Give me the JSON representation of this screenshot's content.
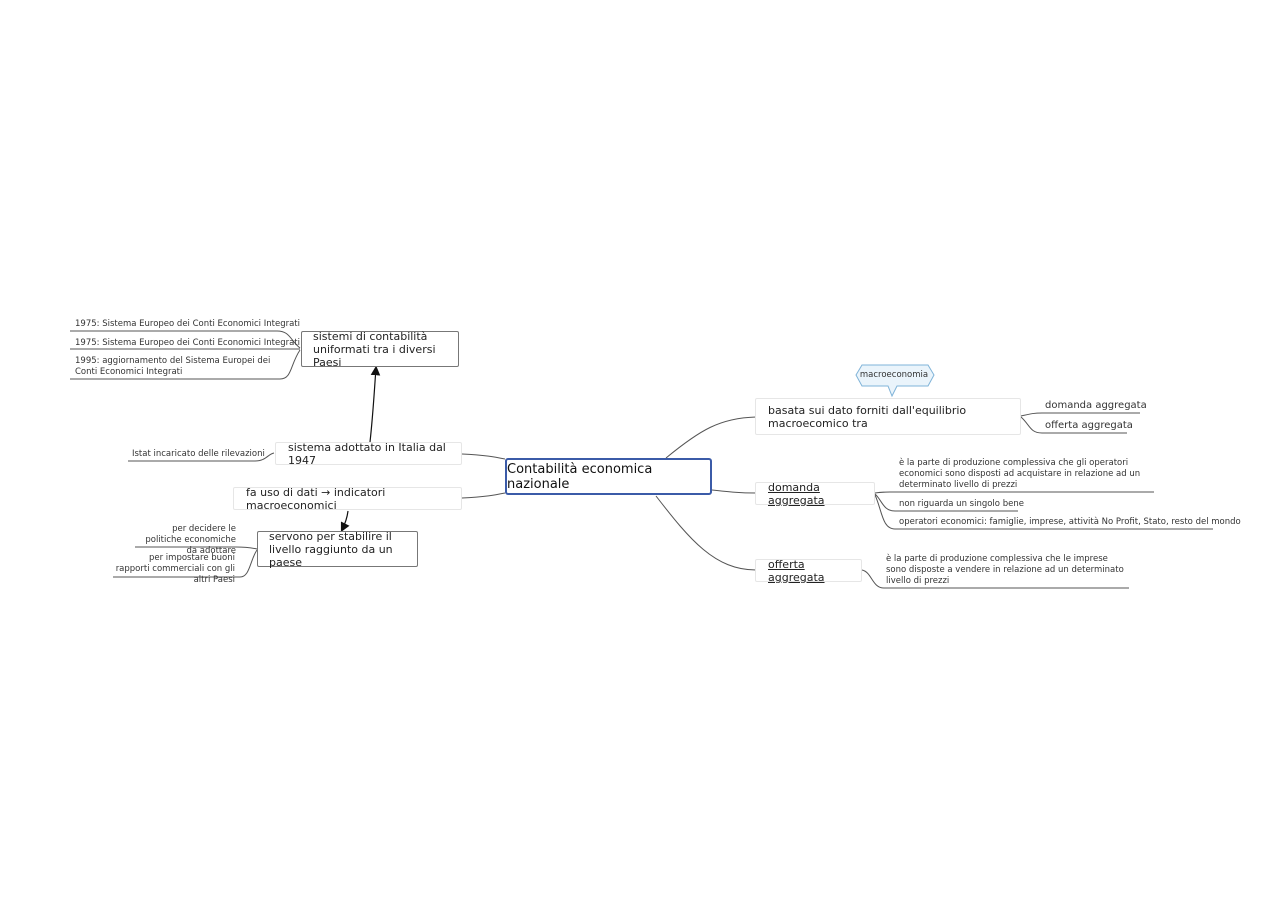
{
  "central": {
    "title": "Contabilità economica nazionale"
  },
  "left": {
    "sistemi": {
      "label": "sistemi di contabilità uniformati tra i diversi Paesi",
      "details": [
        "1975: Sistema Europeo dei Conti Economici Integrati",
        "1975: Sistema Europeo dei Conti Economici Integrati",
        "1995: aggiornamento del Sistema Europei dei Conti Economici Integrati"
      ]
    },
    "sistema_italia": {
      "label": "sistema adottato in Italia dal 1947",
      "details": [
        "Istat incaricato delle rilevazioni"
      ]
    },
    "fa_uso": {
      "label": "fa uso di dati → indicatori macroeconomici"
    },
    "servono": {
      "label": "servono per stabilire il livello raggiunto da un paese",
      "details": [
        "per decidere le politiche economiche da adottare",
        "per impostare buoni rapporti commerciali con gli altri Paesi"
      ]
    }
  },
  "right": {
    "callout": "macroeconomia",
    "basata": {
      "label": "basata sui dato forniti dall'equilibrio macroecomico tra",
      "details": [
        "domanda aggregata",
        "offerta aggregata"
      ]
    },
    "domanda": {
      "label": "domanda aggregata",
      "details": [
        "è la parte di produzione complessiva che gli operatori economici sono disposti ad acquistare in relazione ad un determinato livello di prezzi",
        "non riguarda un singolo bene",
        "operatori economici:  famiglie, imprese, attività No Profit, Stato, resto del mondo"
      ]
    },
    "offerta": {
      "label": "offerta aggregata",
      "details": [
        "è la parte di produzione complessiva che le imprese sono disposte a vendere in relazione ad un determinato livello di prezzi"
      ]
    }
  }
}
